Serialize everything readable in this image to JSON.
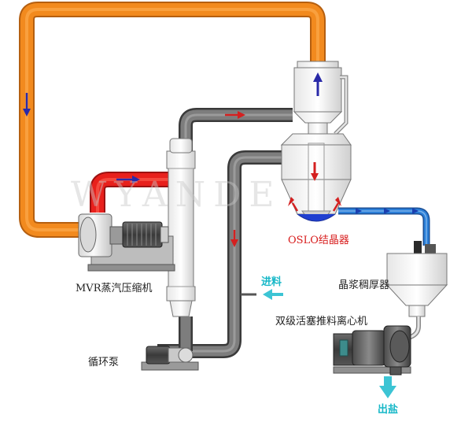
{
  "labels": {
    "oslo": "OSLO结晶器",
    "mvr": "MVR蒸汽压缩机",
    "thickener": "晶浆稠厚器",
    "centrifuge": "双级活塞推料离心机",
    "pump": "循环泵",
    "feed_in": "进料",
    "salt_out": "出盐"
  },
  "watermark": "WYANDE",
  "colors": {
    "vapor_pipe": "#f28a1e",
    "hot_pipe": "#e8201c",
    "grey_pipe": "#707070",
    "brine_pipe": "#2b7fd8",
    "arrow_blue": "#2a2aa8",
    "arrow_red": "#d42020",
    "arrow_cyan": "#3cc4d4"
  }
}
